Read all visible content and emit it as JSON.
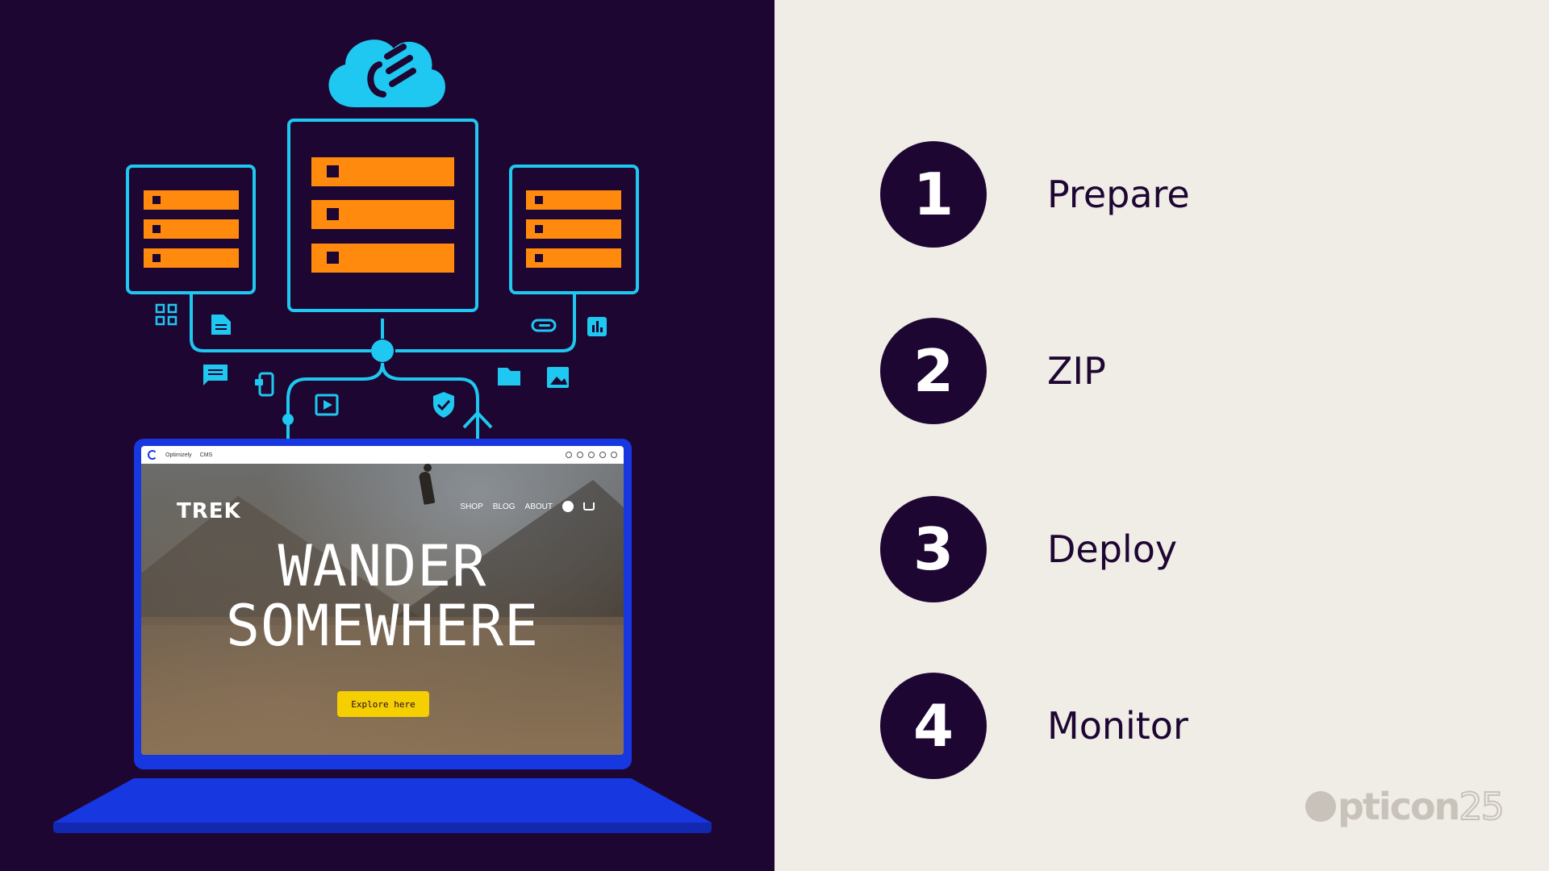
{
  "colors": {
    "left_bg": "#1e0633",
    "right_bg": "#f0ece6",
    "cyan": "#1ec8f0",
    "orange": "#ff8a0d",
    "laptop_blue": "#1737e0",
    "cta_yellow": "#f5cf00",
    "logo_grey": "#c8c2bb"
  },
  "illustration": {
    "cloud_icon": "cloud-logo-icon",
    "servers": [
      "server-left",
      "server-center",
      "server-right"
    ],
    "floating_icons": [
      "grid-icon",
      "document-icon",
      "link-icon",
      "bar-chart-icon",
      "chat-icon",
      "mobile-lock-icon",
      "folder-icon",
      "image-icon",
      "video-icon",
      "shield-check-icon"
    ]
  },
  "browser": {
    "menu_1": "Optimizely",
    "menu_2": "CMS"
  },
  "website": {
    "brand": "TREK",
    "nav": [
      "SHOP",
      "BLOG",
      "ABOUT"
    ],
    "headline_1": "WANDER",
    "headline_2": "SOMEWHERE",
    "cta": "Explore here"
  },
  "steps": [
    {
      "number": "1",
      "label": "Prepare"
    },
    {
      "number": "2",
      "label": "ZIP"
    },
    {
      "number": "3",
      "label": "Deploy"
    },
    {
      "number": "4",
      "label": "Monitor"
    }
  ],
  "footer": {
    "logo_word": "pticon",
    "logo_number": "25"
  }
}
